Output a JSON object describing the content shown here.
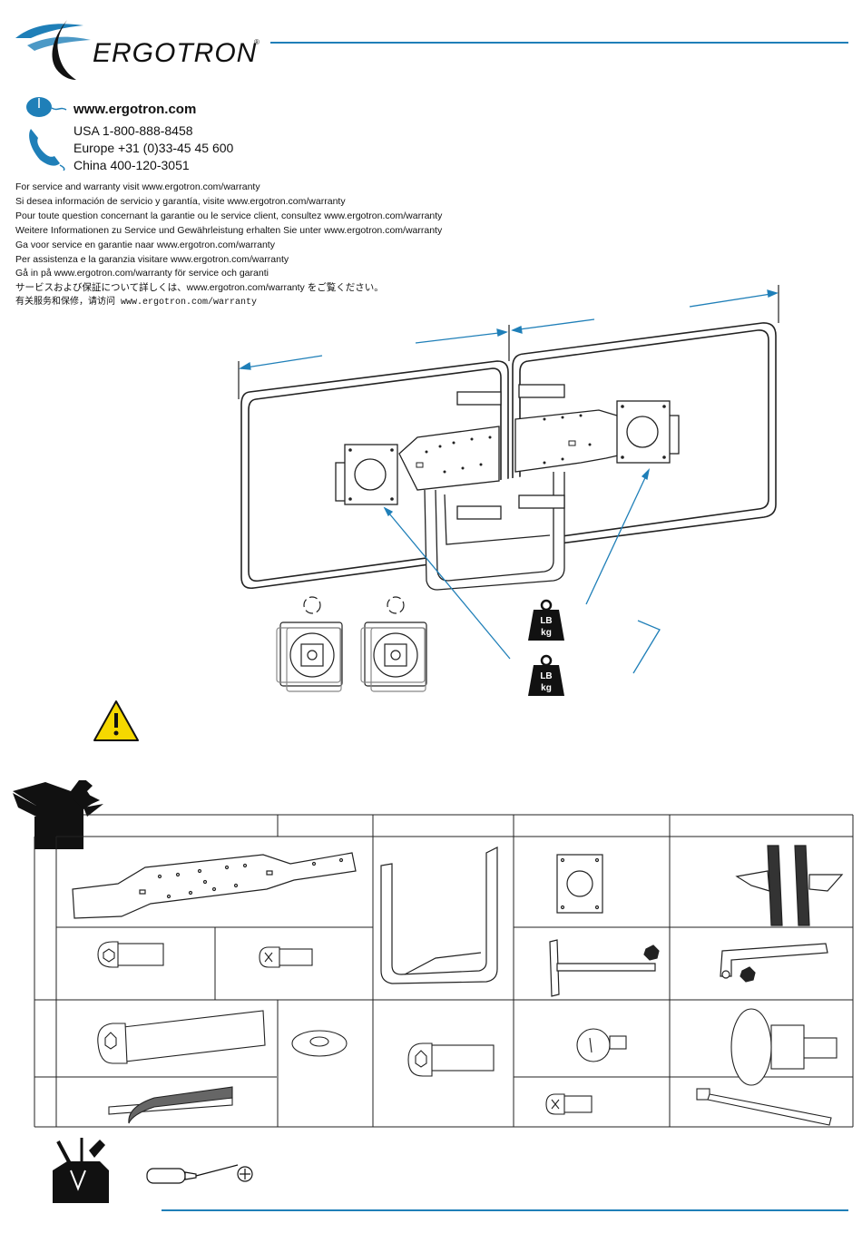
{
  "brand": {
    "name": "ERGOTRON",
    "reg_mark": "®"
  },
  "contact": {
    "website": "www.ergotron.com",
    "usa": "USA  1-800-888-8458",
    "europe": "Europe  +31 (0)33-45 45 600",
    "china": "China  400-120-3051"
  },
  "warranty_lines": [
    "For service and warranty visit www.ergotron.com/warranty",
    "Si desea información de servicio y garantía, visite www.ergotron.com/warranty",
    "Pour toute question concernant la garantie ou le service client, consultez www.ergotron.com/warranty",
    "Weitere Informationen zu Service und Gewährleistung erhalten Sie unter www.ergotron.com/warranty",
    "Ga voor service en garantie naar www.ergotron.com/warranty",
    "Per assistenza e la garanzia visitare www.ergotron.com/warranty",
    "Gå in på www.ergotron.com/warranty för service och garanti",
    "サービスおよび保証について詳しくは、www.ergotron.com/warranty をご覧ください。",
    "有关服务和保修，请访问 www.ergotron.com/warranty"
  ],
  "weight_badge": {
    "line1": "LB",
    "line2": "kg"
  },
  "icons": {
    "mouse": "mouse-icon",
    "phone": "phone-icon",
    "warning": "warning-icon",
    "box": "box-icon",
    "toolbox": "toolbox-icon",
    "screwdriver": "phillips-screwdriver-icon"
  },
  "colors": {
    "accent": "#1f7fb8",
    "warning": "#f5d800",
    "line": "#222222"
  }
}
